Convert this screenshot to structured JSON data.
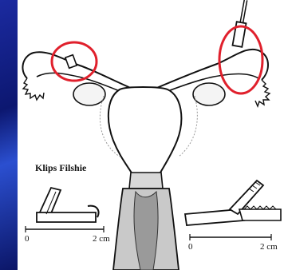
{
  "diagram": {
    "clip_title": "Klips Filshie",
    "scale_left": {
      "start": "0",
      "end": "2 cm"
    },
    "scale_right": {
      "start": "0",
      "end": "2 cm"
    },
    "highlight_color": "#e0202c",
    "background_color": "#0d1b7a"
  }
}
